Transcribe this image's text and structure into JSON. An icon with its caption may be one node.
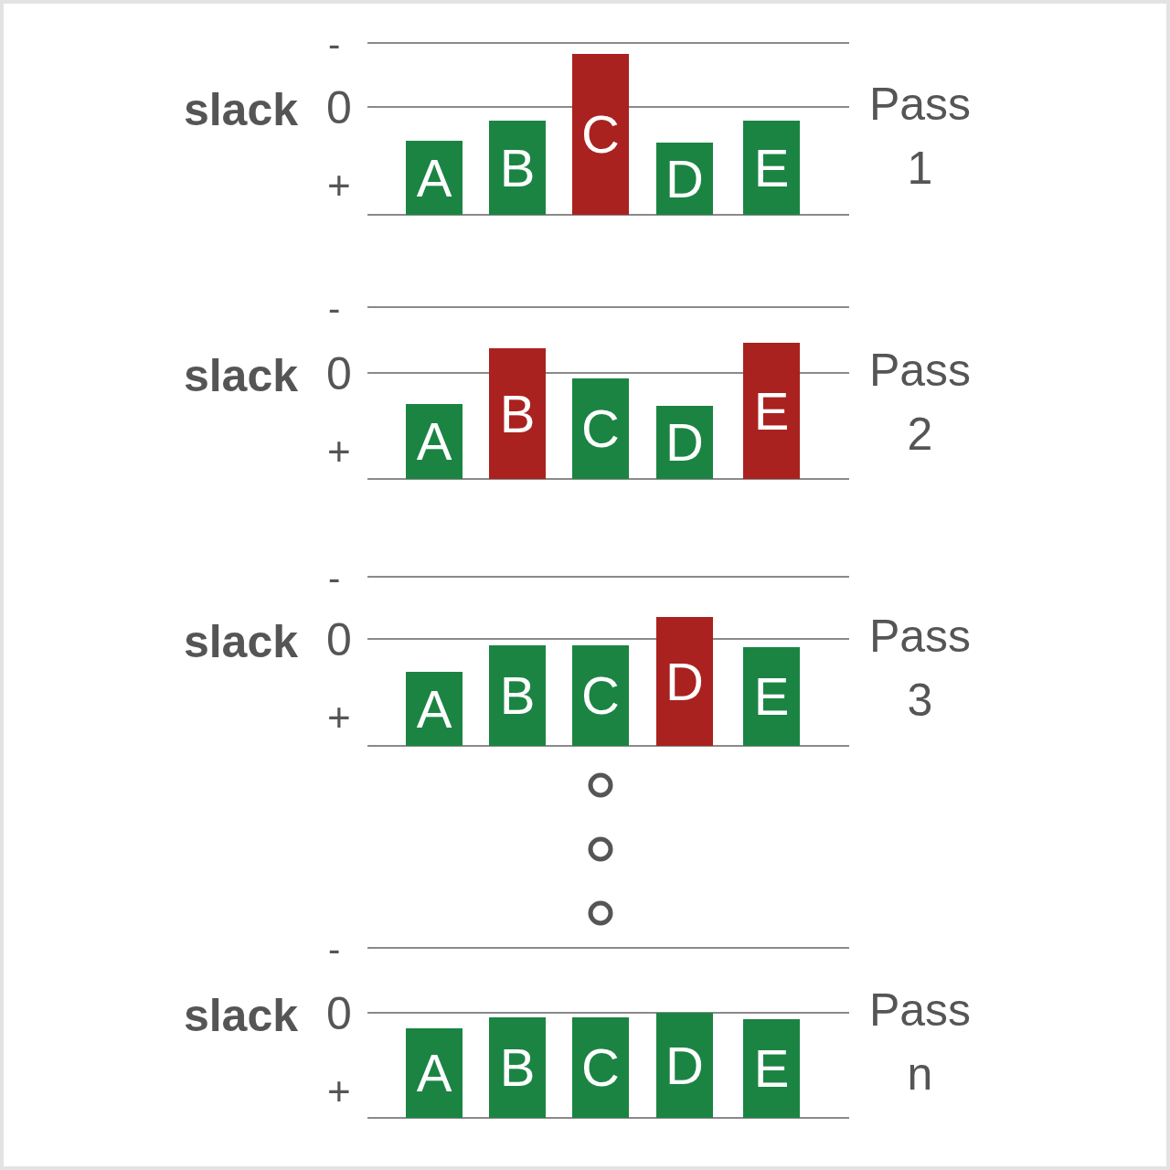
{
  "diagram": {
    "nodes": [
      {
        "text": [
          "A"
        ]
      },
      {
        "text": [
          "B"
        ]
      },
      {
        "text": [
          "C"
        ]
      },
      {
        "text": [
          "D"
        ]
      },
      {
        "text": [
          "E"
        ]
      },
      {
        "text": [
          "A"
        ]
      },
      {
        "text": [
          "B"
        ]
      },
      {
        "text": [
          "C"
        ]
      },
      {
        "text": [
          "D"
        ]
      },
      {
        "text": [
          "E"
        ]
      },
      {
        "text": [
          "A"
        ]
      },
      {
        "text": [
          "B"
        ]
      },
      {
        "text": [
          "C"
        ]
      },
      {
        "text": [
          "D"
        ]
      },
      {
        "text": [
          "E"
        ]
      },
      {
        "text": [
          "A"
        ]
      },
      {
        "text": [
          "B"
        ]
      },
      {
        "text": [
          "C"
        ]
      },
      {
        "text": [
          "D"
        ]
      },
      {
        "text": [
          "E"
        ]
      }
    ],
    "edges": [],
    "labels": [
      "-",
      "slack",
      "0",
      "Pass 1",
      "+",
      "-",
      "slack",
      "0",
      "Pass 2",
      "+",
      "-",
      "slack",
      "0",
      "Pass 3",
      "+",
      "-",
      "slack",
      "0",
      "Pass n",
      "+"
    ]
  }
}
